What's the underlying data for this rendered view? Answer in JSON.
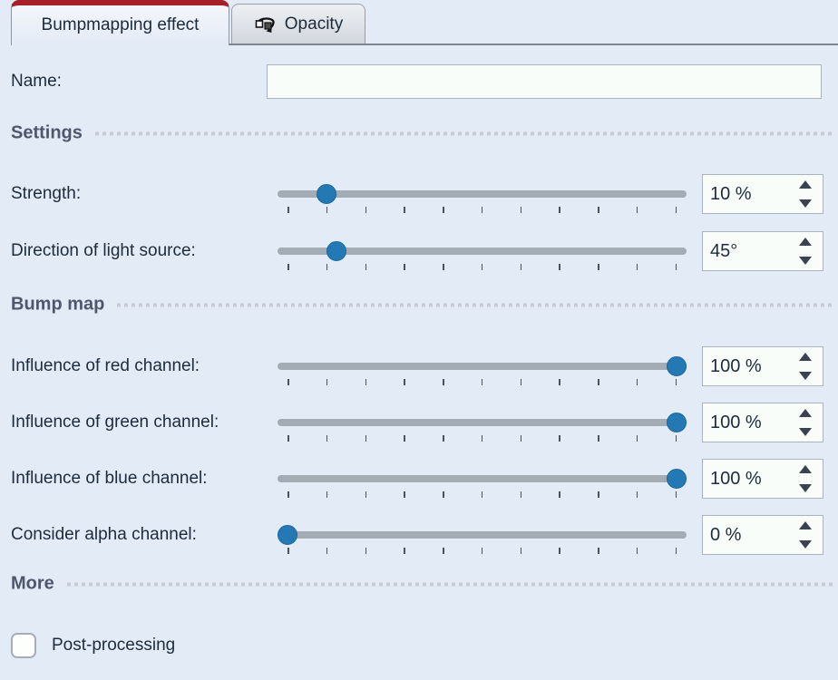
{
  "tabs": {
    "active": {
      "label": "Bumpmapping effect"
    },
    "inactive": {
      "label": "Opacity",
      "icon": "orientation-icon"
    }
  },
  "name_field": {
    "label": "Name:",
    "value": "",
    "placeholder": ""
  },
  "sections": {
    "settings": {
      "title": "Settings"
    },
    "bump_map": {
      "title": "Bump map"
    },
    "more": {
      "title": "More"
    }
  },
  "tick_count": 11,
  "sliders": [
    {
      "label": "Strength:",
      "value": "10 %",
      "percent": 10
    },
    {
      "label": "Direction of light source:",
      "value": "45°",
      "percent": 12.5
    },
    {
      "label": "Influence of red channel:",
      "value": "100 %",
      "percent": 100
    },
    {
      "label": "Influence of green channel:",
      "value": "100 %",
      "percent": 100
    },
    {
      "label": "Influence of blue channel:",
      "value": "100 %",
      "percent": 100
    },
    {
      "label": "Consider alpha channel:",
      "value": "0 %",
      "percent": 0
    }
  ],
  "checkbox": {
    "label": "Post-processing",
    "checked": false
  },
  "colors": {
    "background": "#e3ebf7",
    "accent_red": "#a62028",
    "slider_handle": "#2478b4",
    "slider_track": "#a3abb5",
    "field_bg": "#f8fdfa",
    "text": "#1d2b3a",
    "section_text": "#4e586a"
  }
}
